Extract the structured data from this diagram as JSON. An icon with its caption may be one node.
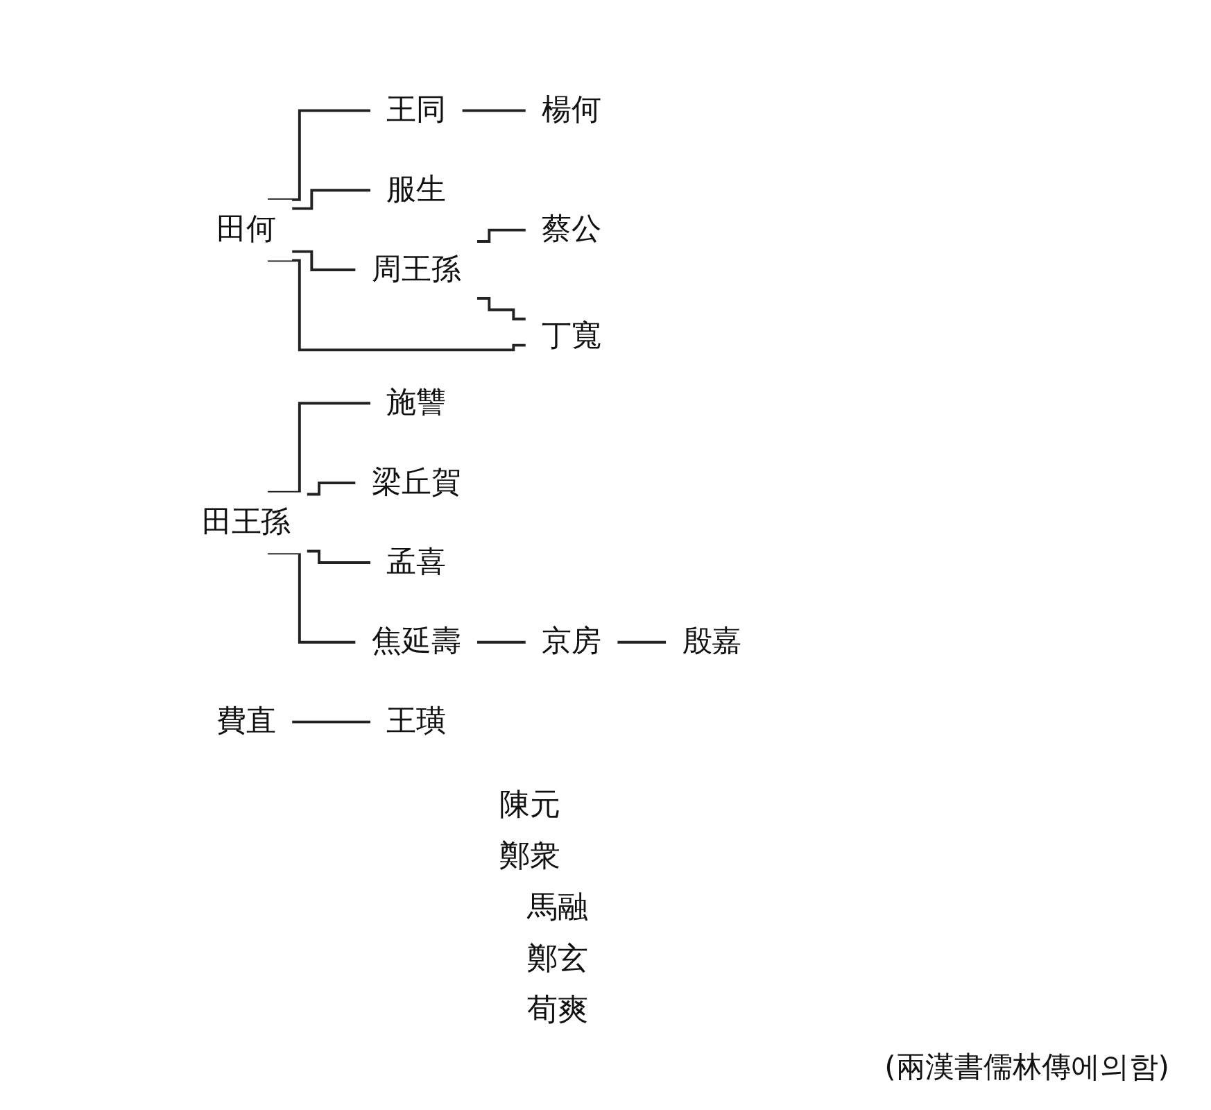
{
  "diagram": {
    "caption": "(兩漢書儒林傳에의함)",
    "nodes": [
      {
        "text": [
          "田何"
        ]
      },
      {
        "text": [
          "王同"
        ]
      },
      {
        "text": [
          "楊何"
        ]
      },
      {
        "text": [
          "服生"
        ]
      },
      {
        "text": [
          "周王孫"
        ]
      },
      {
        "text": [
          "蔡公"
        ]
      },
      {
        "text": [
          "丁寬"
        ]
      },
      {
        "text": [
          "田王孫"
        ]
      },
      {
        "text": [
          "施讐"
        ]
      },
      {
        "text": [
          "梁丘賀"
        ]
      },
      {
        "text": [
          "孟喜"
        ]
      },
      {
        "text": [
          "焦延壽"
        ]
      },
      {
        "text": [
          "京房"
        ]
      },
      {
        "text": [
          "殷嘉"
        ]
      },
      {
        "text": [
          "費直"
        ]
      },
      {
        "text": [
          "王璜"
        ]
      }
    ],
    "edges": [
      {
        "from": 0,
        "to": 1,
        "arrow": "none"
      },
      {
        "from": 1,
        "to": 2,
        "arrow": "none"
      },
      {
        "from": 0,
        "to": 3,
        "arrow": "none"
      },
      {
        "from": 0,
        "to": 4,
        "arrow": "none"
      },
      {
        "from": 4,
        "to": 5,
        "arrow": "none"
      },
      {
        "from": 4,
        "to": 6,
        "arrow": "none"
      },
      {
        "from": 0,
        "to": 6,
        "arrow": "none"
      },
      {
        "from": 7,
        "to": 8,
        "arrow": "none"
      },
      {
        "from": 7,
        "to": 9,
        "arrow": "none"
      },
      {
        "from": 7,
        "to": 10,
        "arrow": "none"
      },
      {
        "from": 7,
        "to": 11,
        "arrow": "none"
      },
      {
        "from": 11,
        "to": 12,
        "arrow": "none"
      },
      {
        "from": 12,
        "to": 13,
        "arrow": "none"
      },
      {
        "from": 14,
        "to": 15,
        "arrow": "none"
      }
    ],
    "labels": [
      "陳元",
      "鄭衆",
      "馬融",
      "鄭玄",
      "荀爽"
    ]
  }
}
